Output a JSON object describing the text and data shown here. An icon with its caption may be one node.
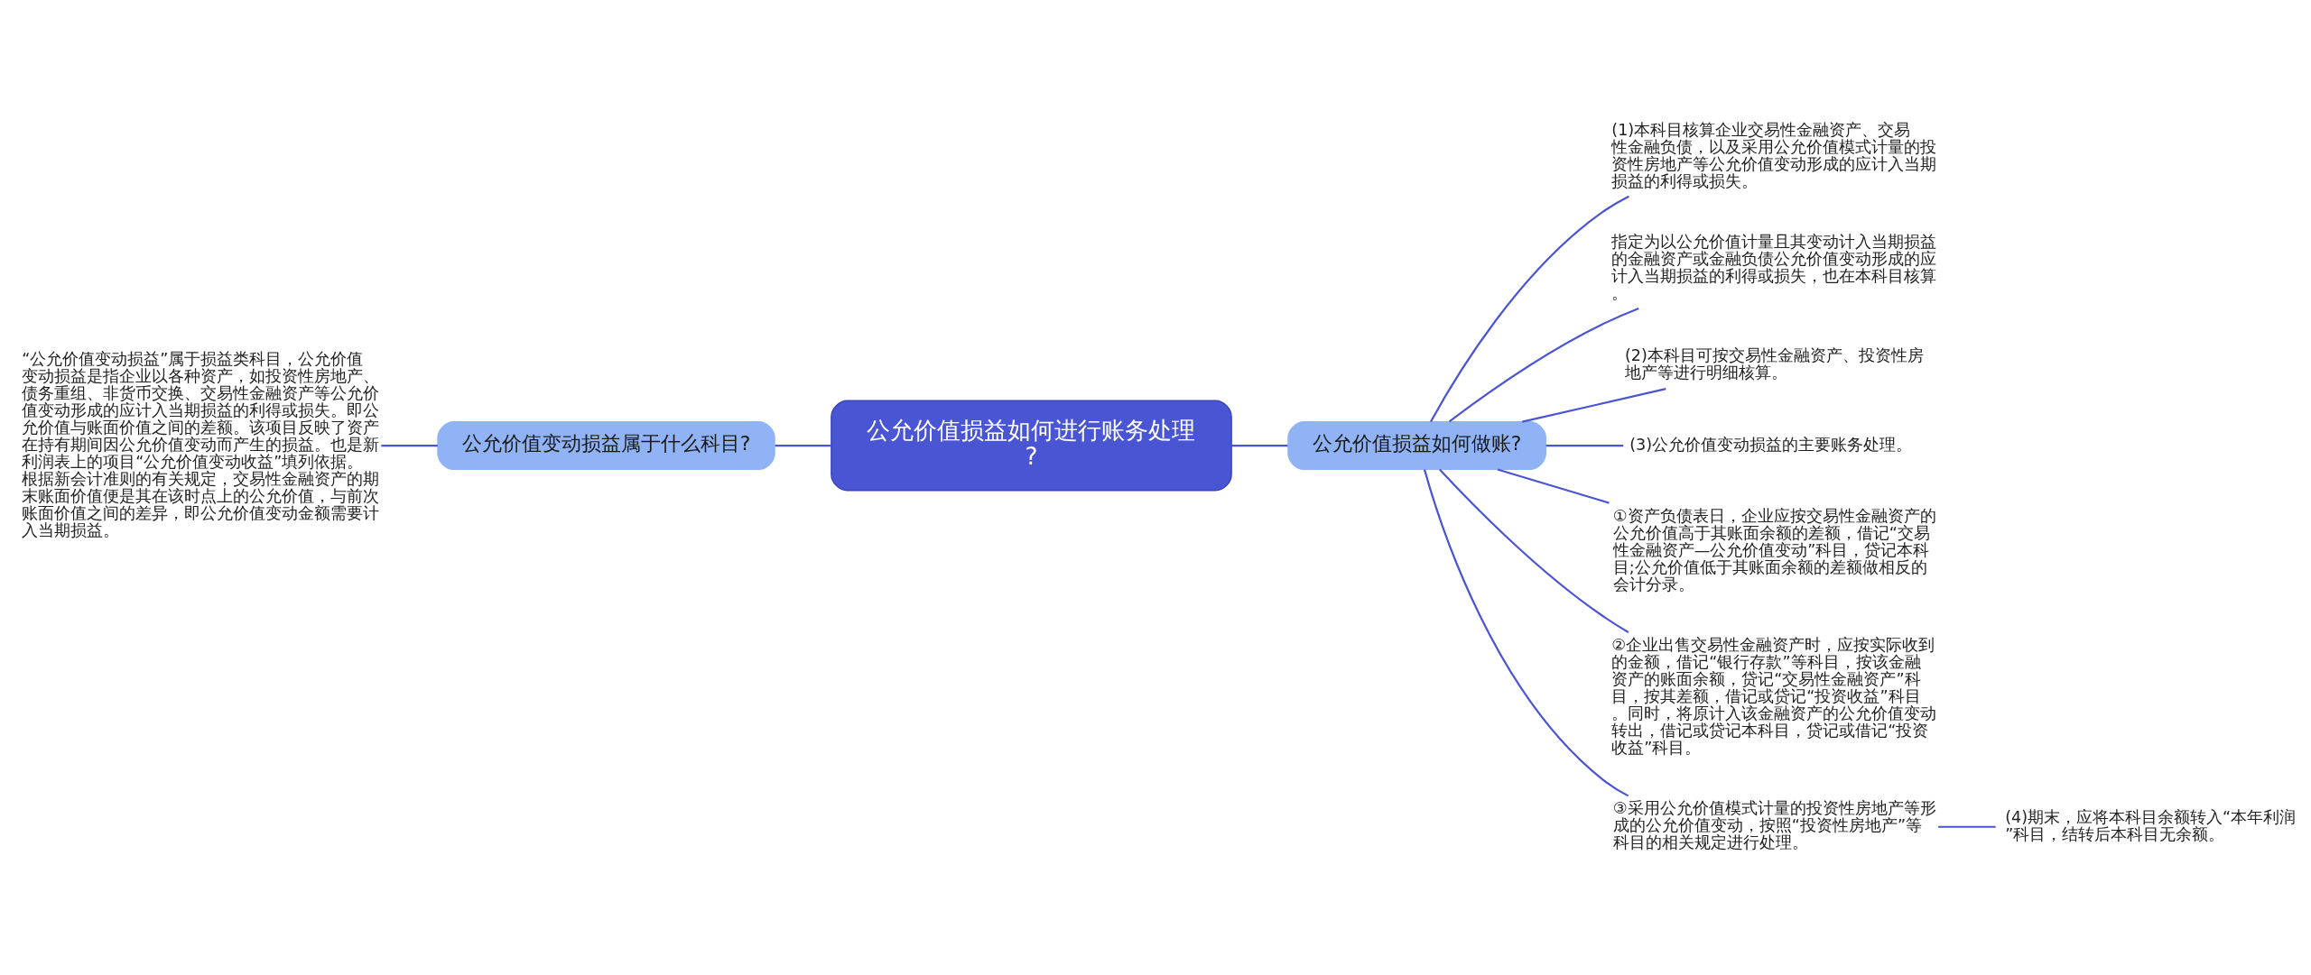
{
  "diagram": {
    "nodes": [
      {
        "text": [
          "公允价值损益如何进行账务处理?"
        ]
      },
      {
        "text": [
          "公允价值变动损益属于什么科目?"
        ]
      },
      {
        "text": [
          "“公允价值变动损益”属于损益类科目，公允价值变动损益是指企业以各种资产，如投资性房地产、债务重组、非货币交换、交易性金融资产等公允价值变动形成的应计入当期损益的利得或损失。即公允价值与账面价值之间的差额。该项目反映了资产在持有期间因公允价值变动而产生的损益。也是新利润表上的项目“公允价值变动收益”填列依据。根据新会计准则的有关规定，交易性金融资产的期末账面价值便是其在该时点上的公允价值，与前次账面价值之间的差异，即公允价值变动金额需要计入当期损益。"
        ]
      },
      {
        "text": [
          "公允价值损益如何做账?"
        ]
      },
      {
        "text": [
          "(1)本科目核算企业交易性金融资产、交易性金融负债，以及采用公允价值模式计量的投资性房地产等公允价值变动形成的应计入当期损益的利得或损失。"
        ]
      },
      {
        "text": [
          "指定为以公允价值计量且其变动计入当期损益的金融资产或金融负债公允价值变动形成的应计入当期损益的利得或损失，也在本科目核算。"
        ]
      },
      {
        "text": [
          "(2)本科目可按交易性金融资产、投资性房地产等进行明细核算。"
        ]
      },
      {
        "text": [
          "(3)公允价值变动损益的主要账务处理。"
        ]
      },
      {
        "text": [
          "①资产负债表日，企业应按交易性金融资产的公允价值高于其账面余额的差额，借记“交易性金融资产—公允价值变动”科目，贷记本科目;公允价值低于其账面余额的差额做相反的会计分录。"
        ]
      },
      {
        "text": [
          "②企业出售交易性金融资产时，应按实际收到的金额，借记“银行存款”等科目，按该金融资产的账面余额，贷记“交易性金融资产”科目，按其差额，借记或贷记“投资收益”科目。同时，将原计入该金融资产的公允价值变动转出，借记或贷记本科目，贷记或借记“投资收益”科目。"
        ]
      },
      {
        "text": [
          "③采用公允价值模式计量的投资性房地产等形成的公允价值变动，按照“投资性房地产”等科目的相关规定进行处理。"
        ]
      },
      {
        "text": [
          "(4)期末，应将本科目余额转入“本年利润”科目，结转后本科目无余额。"
        ]
      }
    ],
    "edges": [
      {
        "from": 0,
        "to": 1,
        "arrow": "none"
      },
      {
        "from": 1,
        "to": 2,
        "arrow": "none"
      },
      {
        "from": 0,
        "to": 3,
        "arrow": "none"
      },
      {
        "from": 3,
        "to": 4,
        "arrow": "none"
      },
      {
        "from": 3,
        "to": 5,
        "arrow": "none"
      },
      {
        "from": 3,
        "to": 6,
        "arrow": "none"
      },
      {
        "from": 3,
        "to": 7,
        "arrow": "none"
      },
      {
        "from": 3,
        "to": 8,
        "arrow": "none"
      },
      {
        "from": 3,
        "to": 9,
        "arrow": "none"
      },
      {
        "from": 3,
        "to": 10,
        "arrow": "none"
      },
      {
        "from": 10,
        "to": 11,
        "arrow": "none"
      }
    ]
  }
}
